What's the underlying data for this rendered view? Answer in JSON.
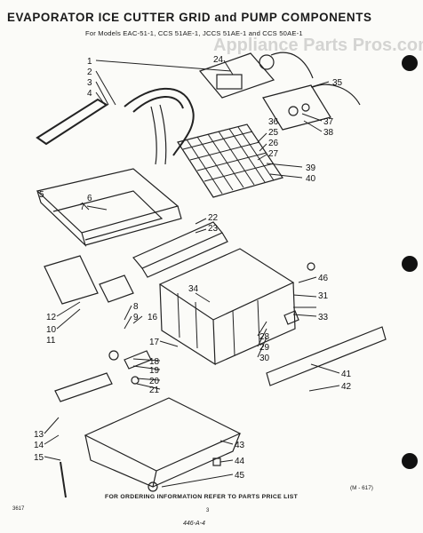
{
  "title": "EVAPORATOR ICE CUTTER GRID and PUMP COMPONENTS",
  "subtitle": "For Models EAC-51-1, CCS 51AE-1, JCCS 51AE-1 and CCS 50AE-1",
  "footer": "FOR ORDERING INFORMATION REFER TO PARTS PRICE LIST",
  "figure_code": "(M - 617)",
  "page_code": "3617",
  "page_mark": "3",
  "hand_code": "446-A-4",
  "watermark": "Appliance Parts Pros.com",
  "callouts": [
    "1",
    "2",
    "3",
    "4",
    "5",
    "6",
    "7",
    "8",
    "9",
    "10",
    "11",
    "12",
    "13",
    "14",
    "15",
    "16",
    "17",
    "18",
    "19",
    "20",
    "21",
    "22",
    "23",
    "24",
    "25",
    "26",
    "27",
    "28",
    "29",
    "30",
    "31",
    "33",
    "34",
    "35",
    "36",
    "37",
    "38",
    "39",
    "40",
    "41",
    "42",
    "43",
    "44",
    "45",
    "46"
  ]
}
